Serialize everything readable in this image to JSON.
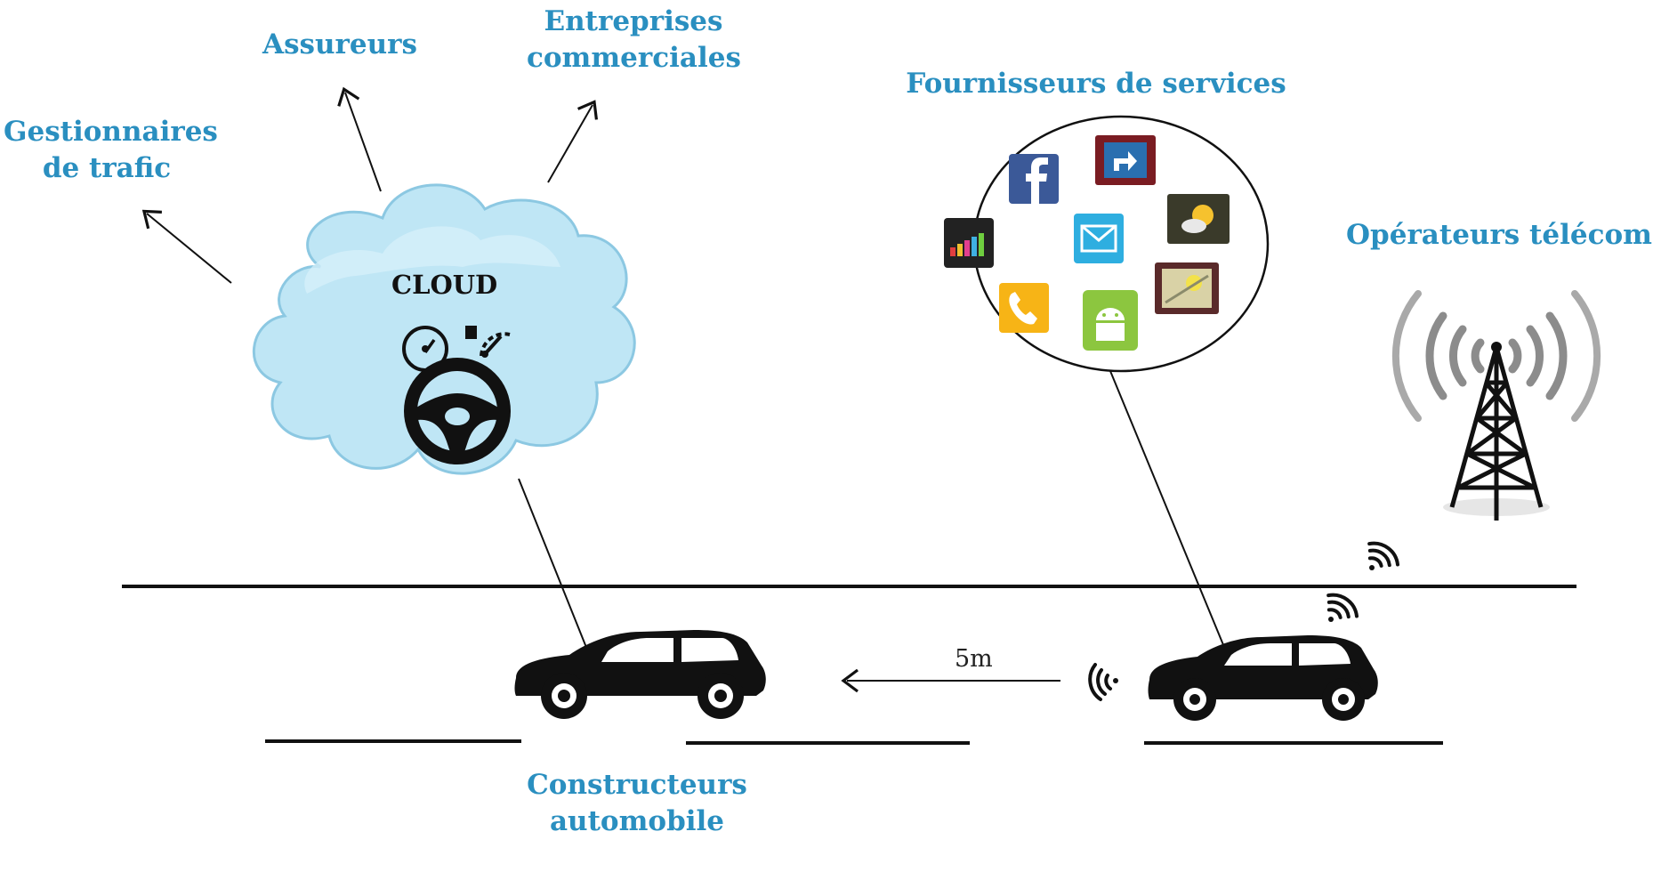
{
  "labels": {
    "gestionnaires": "Gestionnaires\nde trafic",
    "assureurs": "Assureurs",
    "entreprises": "Entreprises\ncommerciales",
    "fournisseurs": "Fournisseurs de services",
    "operateurs": "Opérateurs télécom",
    "constructeurs": "Constructeurs\nautomobile"
  },
  "cloud": {
    "title": "CLOUD"
  },
  "distance": "5m",
  "colors": {
    "label": "#2a8fc0",
    "cloud_fill": "#bfe6f5",
    "cloud_stroke": "#8cc8e2"
  },
  "apps": [
    {
      "name": "facebook-icon",
      "color": "#3b5998",
      "glyph": "f"
    },
    {
      "name": "maps-icon",
      "color": "#7a1c22",
      "glyph": ""
    },
    {
      "name": "deezer-icon",
      "color": "#222222",
      "glyph": ""
    },
    {
      "name": "mail-icon",
      "color": "#2eaee0",
      "glyph": ""
    },
    {
      "name": "weather-icon",
      "color": "#3a3a2a",
      "glyph": ""
    },
    {
      "name": "phone-icon",
      "color": "#f7b416",
      "glyph": ""
    },
    {
      "name": "android-icon",
      "color": "#8cc63f",
      "glyph": ""
    },
    {
      "name": "navigation-icon",
      "color": "#5a2a2a",
      "glyph": ""
    }
  ]
}
